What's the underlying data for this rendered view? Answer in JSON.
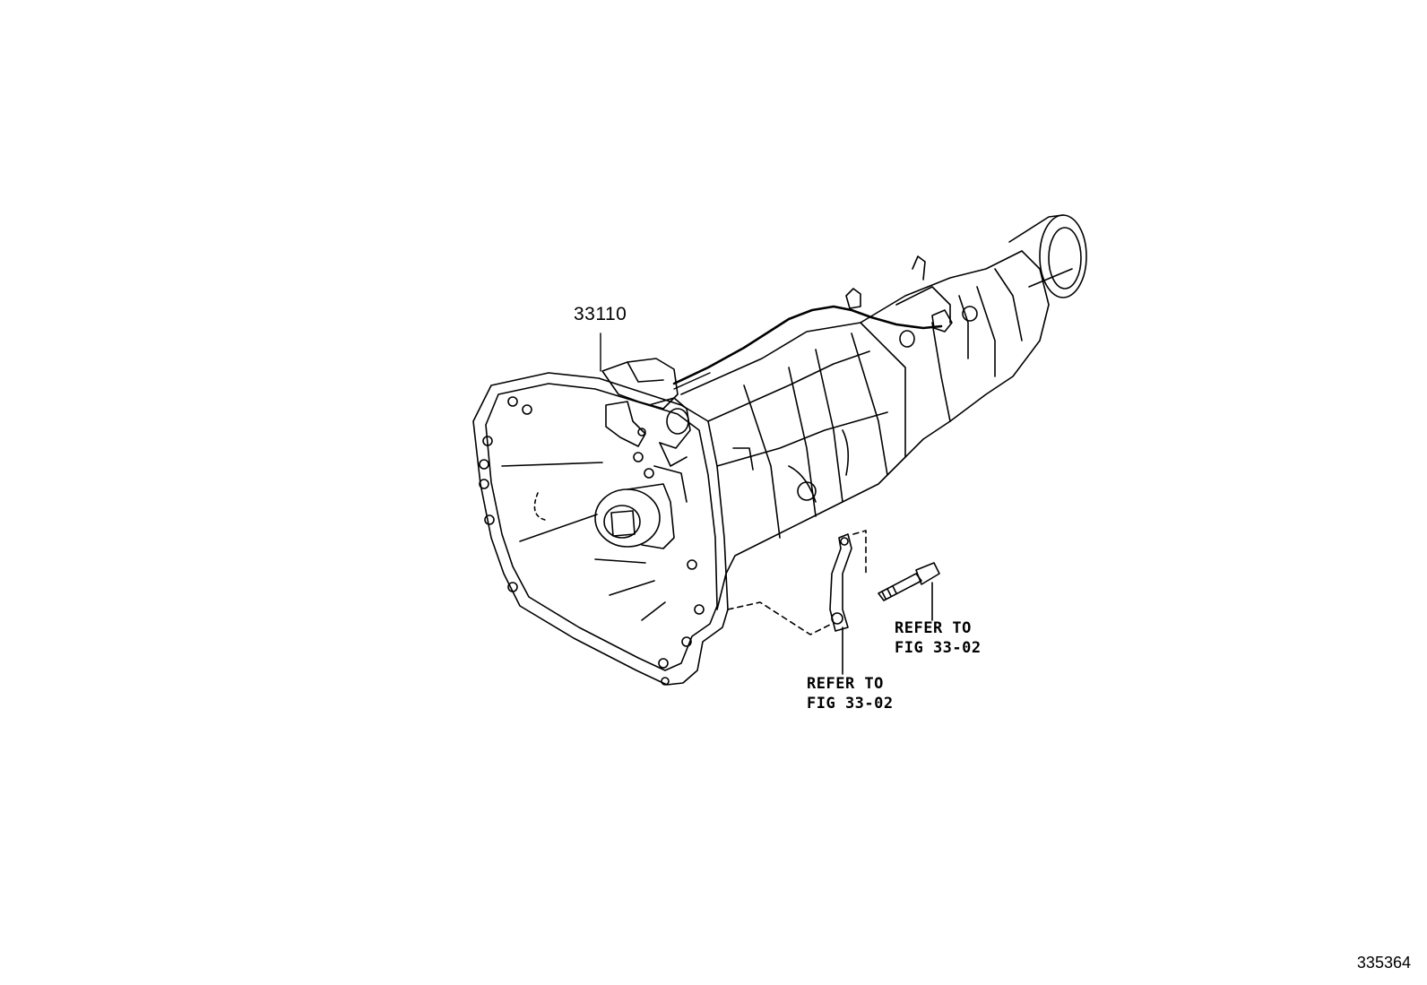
{
  "callouts": {
    "main_part_number": "33110"
  },
  "references": [
    {
      "line1": "REFER TO",
      "line2": "FIG 33-02"
    },
    {
      "line1": "REFER TO",
      "line2": "FIG 33-02"
    }
  ],
  "diagram_id": "335364"
}
